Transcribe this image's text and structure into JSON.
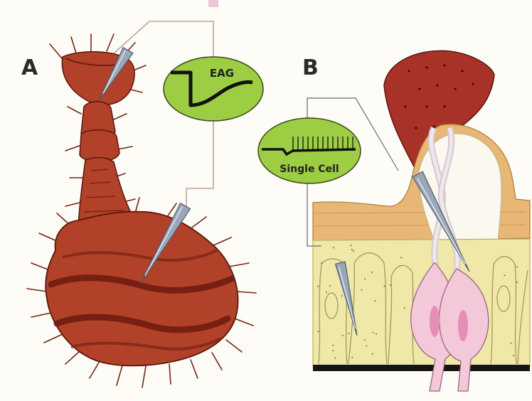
{
  "panels": {
    "a": {
      "letter": "A",
      "recording_label": "EAG"
    },
    "b": {
      "letter": "B",
      "recording_label": "Single Cell"
    }
  },
  "colors": {
    "antenna": "#b2412a",
    "antenna_dark": "#6e1d10",
    "bubble": "#9ccd42",
    "electrode": "#9aa7b8",
    "sensillum_cap": "#a83227",
    "cuticle": "#e8b775",
    "epidermis": "#efe8a8",
    "neuron": "#f3c8d8",
    "background": "#fdfcf6"
  },
  "icons": {
    "eag_trace": "eag-trace-icon",
    "spike_trace": "spike-train-icon"
  }
}
